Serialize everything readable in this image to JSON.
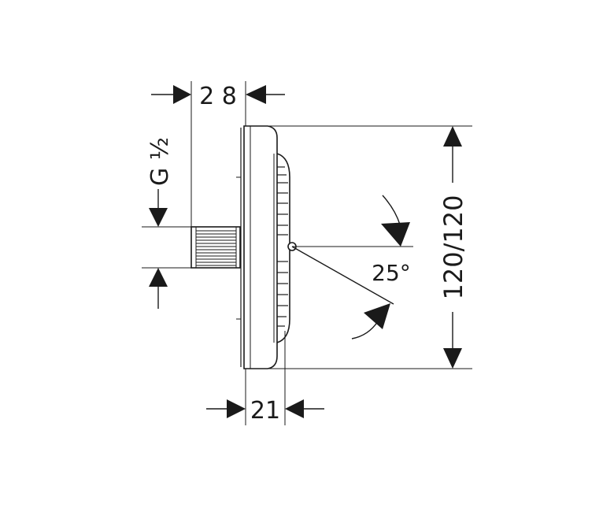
{
  "dimensions": {
    "top_width": "2 8",
    "thread": "G ½",
    "bottom_width": "21",
    "diameter": "120/120",
    "tilt_angle": "25°"
  },
  "colors": {
    "line": "#1a1a1a",
    "background": "#ffffff"
  }
}
